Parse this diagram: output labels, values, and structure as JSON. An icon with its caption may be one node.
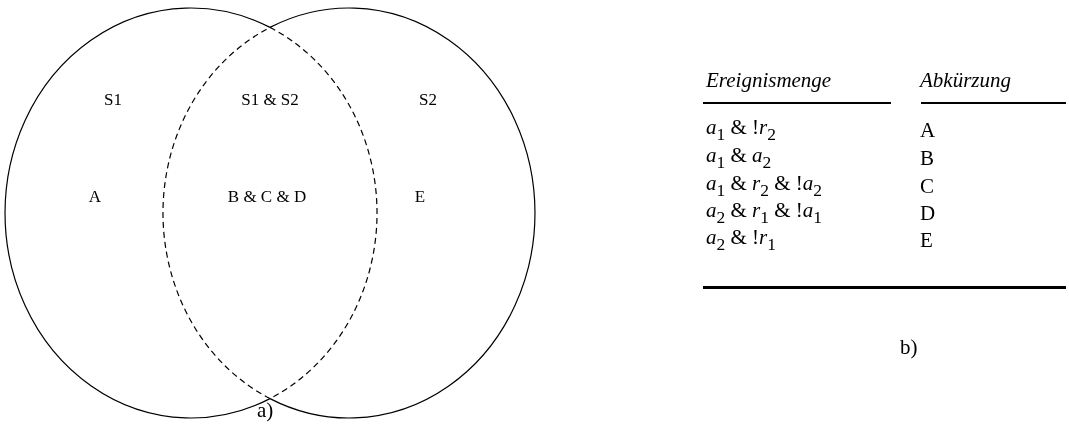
{
  "diagram": {
    "nodes": [
      {
        "text": [
          "S1",
          "A"
        ]
      },
      {
        "text": [
          "S2",
          "E"
        ]
      },
      {
        "text": [
          "S1 & S2",
          "B & C & D"
        ]
      }
    ],
    "edges": [],
    "labels": [
      "Ereignismenge",
      "Abkürzung",
      "*a*$_{1}$ & !*r*$_{2}$",
      "A",
      "*a*$_{1}$ & *a*$_{2}$",
      "B",
      "*a*$_{1}$ & *r*$_{2}$ & !*a*$_{2}$",
      "C",
      "*a*$_{2}$ & *r*$_{1}$ & !*a*$_{1}$",
      "D",
      "*a*$_{2}$ & !*r*$_{1}$",
      "E",
      "b)",
      "a)"
    ]
  }
}
